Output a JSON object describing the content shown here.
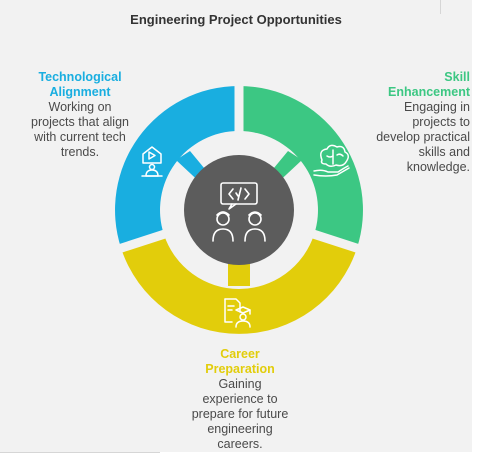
{
  "title": "Engineering Project Opportunities",
  "colors": {
    "tech": "#19aee0",
    "skill": "#3cc783",
    "career": "#e2cd0b",
    "center": "#5c5c5c",
    "ring_gap": "#f2f2f2",
    "icon_stroke": "#ffffff"
  },
  "segments": [
    {
      "key": "tech",
      "title_lines": [
        "Technological",
        "Alignment"
      ],
      "desc_lines": [
        "Working on",
        "projects that align",
        "with current tech",
        "trends."
      ],
      "icon": "presentation-person-icon"
    },
    {
      "key": "skill",
      "title_lines": [
        "Skill",
        "Enhancement"
      ],
      "desc_lines": [
        "Engaging in",
        "projects to",
        "develop practical",
        "skills and",
        "knowledge."
      ],
      "icon": "brain-hand-icon"
    },
    {
      "key": "career",
      "title_lines": [
        "Career",
        "Preparation"
      ],
      "desc_lines": [
        "Gaining",
        "experience to",
        "prepare for future",
        "engineering",
        "careers."
      ],
      "icon": "document-graduate-icon"
    }
  ],
  "center_icon": "code-collaboration-icon"
}
